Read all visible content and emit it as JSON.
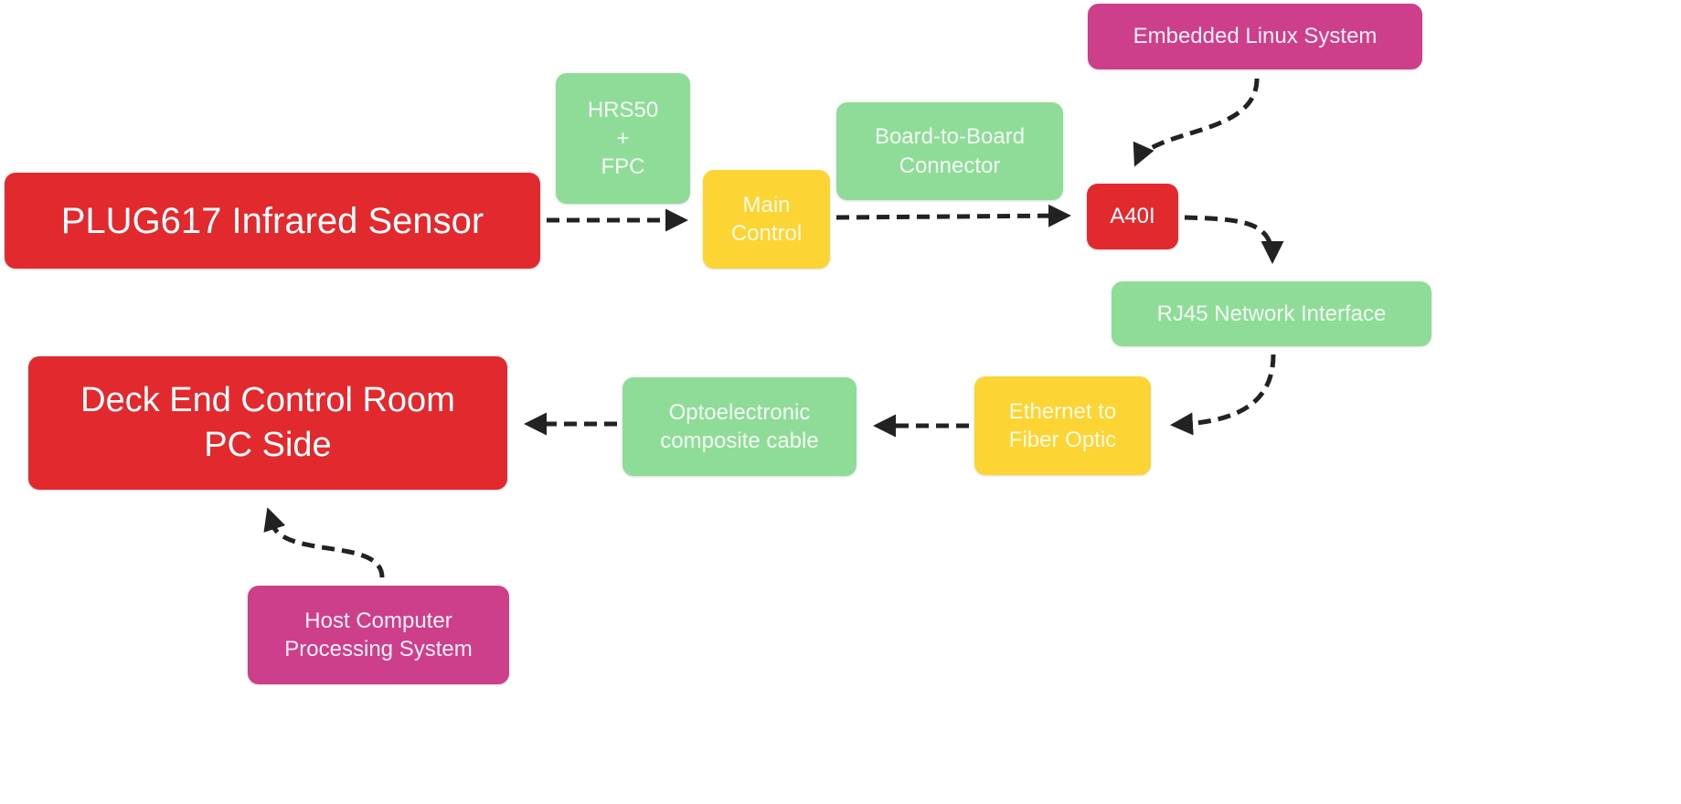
{
  "diagram": {
    "nodes": [
      {
        "id": "plug617",
        "label": "PLUG617 Infrared Sensor",
        "color": "#e22a2e"
      },
      {
        "id": "hrs50",
        "label": "HRS50\n+\nFPC",
        "color": "#8fdb98"
      },
      {
        "id": "main_control",
        "label": "Main\nControl",
        "color": "#fcd434"
      },
      {
        "id": "b2b",
        "label": "Board-to-Board\nConnector",
        "color": "#8fdb98"
      },
      {
        "id": "a40i",
        "label": "A40I",
        "color": "#e22a2e"
      },
      {
        "id": "linux",
        "label": "Embedded Linux System",
        "color": "#cd3f8b"
      },
      {
        "id": "rj45",
        "label": "RJ45 Network Interface",
        "color": "#8fdb98"
      },
      {
        "id": "eth_fiber",
        "label": "Ethernet to\nFiber Optic",
        "color": "#fcd434"
      },
      {
        "id": "opto_cable",
        "label": "Optoelectronic\ncomposite cable",
        "color": "#8fdb98"
      },
      {
        "id": "deck_pc",
        "label": "Deck End Control Room\nPC Side",
        "color": "#e22a2e"
      },
      {
        "id": "host",
        "label": "Host Computer\nProcessing System",
        "color": "#cd3f8b"
      }
    ],
    "edges": [
      {
        "from": "plug617",
        "to": "main_control",
        "style": "dashed"
      },
      {
        "from": "main_control",
        "to": "a40i",
        "style": "dashed"
      },
      {
        "from": "linux",
        "to": "a40i",
        "style": "dashed"
      },
      {
        "from": "a40i",
        "to": "rj45",
        "style": "dashed"
      },
      {
        "from": "rj45",
        "to": "eth_fiber",
        "style": "dashed"
      },
      {
        "from": "eth_fiber",
        "to": "opto_cable",
        "style": "dashed"
      },
      {
        "from": "opto_cable",
        "to": "deck_pc",
        "style": "dashed"
      },
      {
        "from": "host",
        "to": "deck_pc",
        "style": "dashed"
      }
    ]
  }
}
